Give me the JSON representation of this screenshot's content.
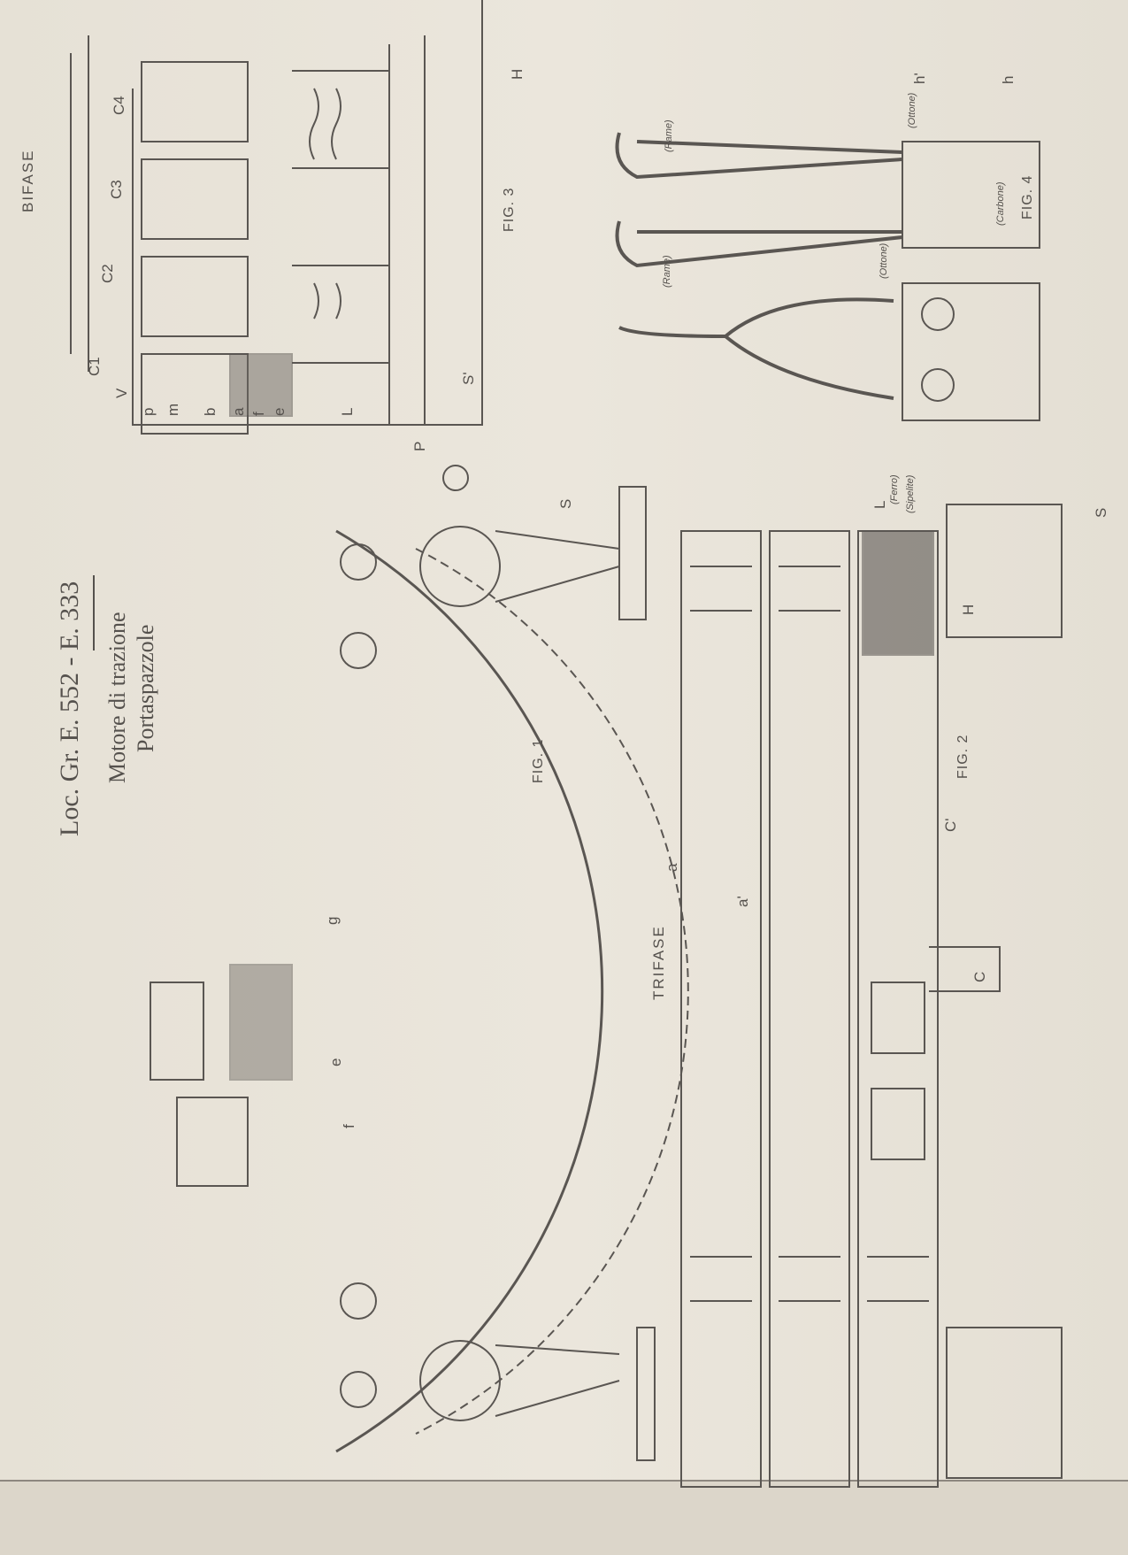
{
  "header": {
    "title": "Loc. Gr. E. 552 - E. 333",
    "subtitle_1": "Motore di trazione",
    "subtitle_2": "Portaspazzole"
  },
  "sections": {
    "bifase": "BIFASE",
    "trifase": "TRIFASE"
  },
  "figures": {
    "fig1": "FIG. 1",
    "fig2": "FIG. 2",
    "fig3": "FIG. 3",
    "fig4": "FIG. 4"
  },
  "materials": {
    "rame_1": "(Rame)",
    "rame_2": "(Rame)",
    "ottone_1": "(Ottone)",
    "ottone_2": "(Ottone)",
    "carbone": "(Carbone)",
    "ferro": "(Ferro)",
    "sipelite": "(Sipelite)"
  },
  "letters": {
    "p": "p",
    "m": "m",
    "b": "b",
    "a": "a",
    "f": "f",
    "e": "e",
    "L": "L",
    "P": "P",
    "V": "V",
    "C1": "C1",
    "C2": "C2",
    "C3": "C3",
    "C4": "C4",
    "S_prime": "S'",
    "H_top": "H",
    "h_prime": "h'",
    "h": "h",
    "S_fig1": "S",
    "g": "g",
    "e_fig1": "e",
    "f_fig1": "f",
    "a_fig2": "a",
    "a_prime": "a'",
    "C_prime": "C'",
    "C": "C",
    "H_fig2": "H",
    "S_fig2": "S",
    "L_fig2": "L"
  }
}
